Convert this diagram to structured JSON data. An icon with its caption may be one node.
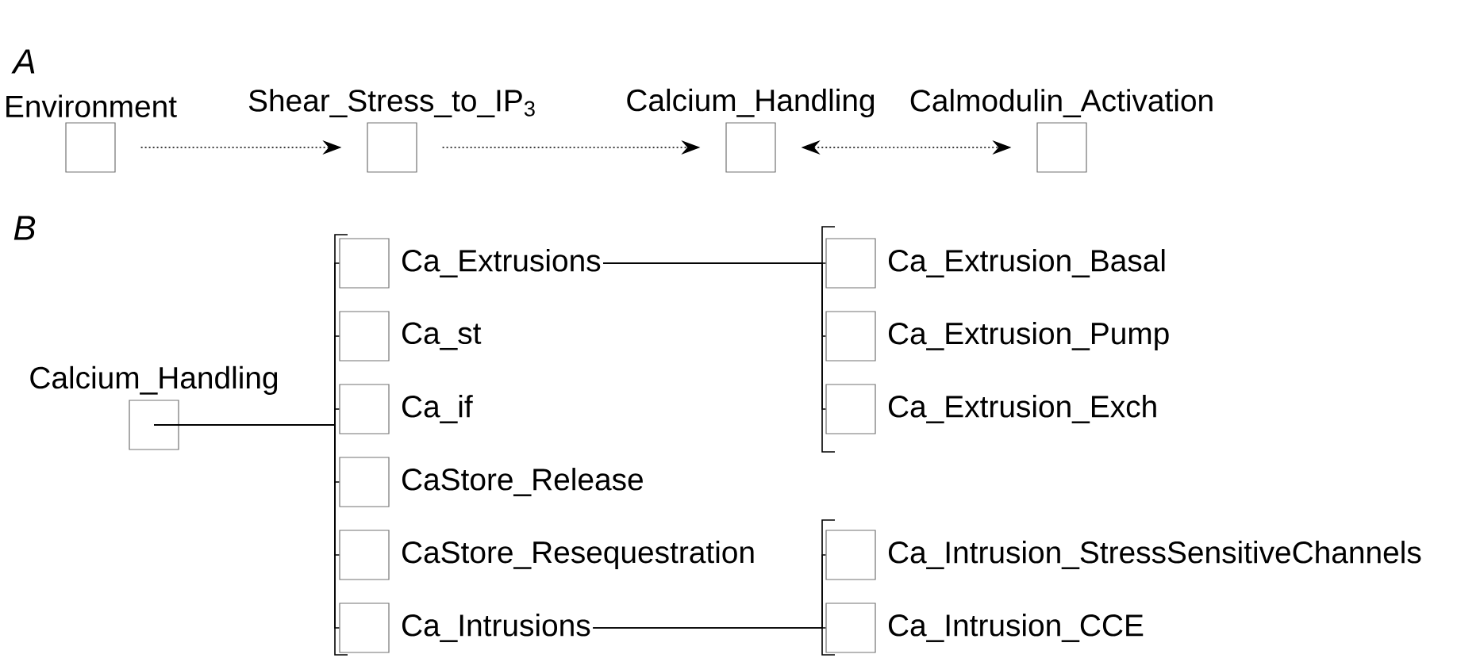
{
  "diagram": {
    "nodes": [
      {
        "text": [
          "Environment"
        ]
      },
      {
        "text": [
          "Shear_Stress_to_IP$_{3}$"
        ]
      },
      {
        "text": [
          "Calcium_Handling"
        ]
      },
      {
        "text": [
          "Calmodulin_Activation"
        ]
      },
      {
        "text": [
          "Calcium_Handling"
        ]
      },
      {
        "text": [
          "Ca_Extrusions"
        ]
      },
      {
        "text": [
          "Ca_st"
        ]
      },
      {
        "text": [
          "Ca_if"
        ]
      },
      {
        "text": [
          "CaStore_Release"
        ]
      },
      {
        "text": [
          "CaStore_Resequestration"
        ]
      },
      {
        "text": [
          "Ca_Intrusions"
        ]
      },
      {
        "text": [
          "Ca_Extrusion_Basal"
        ]
      },
      {
        "text": [
          "Ca_Extrusion_Pump"
        ]
      },
      {
        "text": [
          "Ca_Extrusion_Exch"
        ]
      },
      {
        "text": [
          "Ca_Intrusion_StressSensitiveChannels"
        ]
      },
      {
        "text": [
          "Ca_Intrusion_CCE"
        ]
      }
    ],
    "edges": [
      {
        "from": 0,
        "to": 1,
        "arrow": "to",
        "style": "dashed"
      },
      {
        "from": 1,
        "to": 2,
        "arrow": "to",
        "style": "dashed"
      },
      {
        "from": 2,
        "to": 3,
        "arrow": "both",
        "style": "dashed"
      },
      {
        "from": 4,
        "to": 5,
        "arrow": "none"
      },
      {
        "from": 4,
        "to": 6,
        "arrow": "none"
      },
      {
        "from": 4,
        "to": 7,
        "arrow": "none"
      },
      {
        "from": 4,
        "to": 8,
        "arrow": "none"
      },
      {
        "from": 4,
        "to": 9,
        "arrow": "none"
      },
      {
        "from": 4,
        "to": 10,
        "arrow": "none"
      },
      {
        "from": 5,
        "to": 11,
        "arrow": "none"
      },
      {
        "from": 5,
        "to": 12,
        "arrow": "none"
      },
      {
        "from": 5,
        "to": 13,
        "arrow": "none"
      },
      {
        "from": 10,
        "to": 14,
        "arrow": "none"
      },
      {
        "from": 10,
        "to": 15,
        "arrow": "none"
      }
    ],
    "labels": [
      "A",
      "B"
    ]
  }
}
